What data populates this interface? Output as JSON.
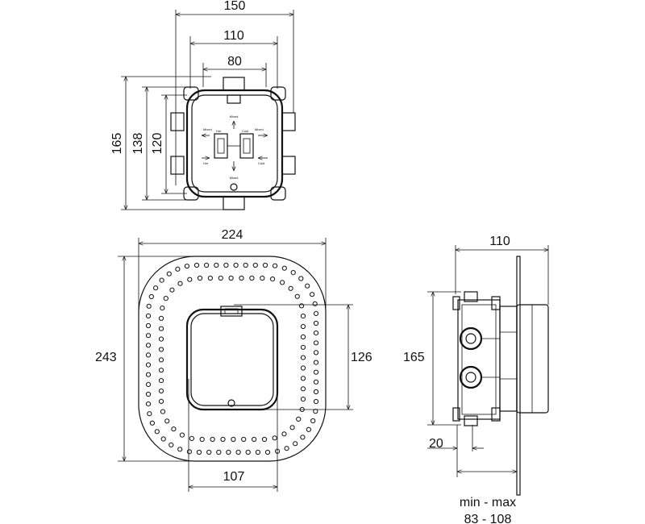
{
  "top_view": {
    "dimensions": {
      "width_outer": "150",
      "width_mid": "110",
      "width_inner": "80",
      "height_outer": "165",
      "height_mid": "138",
      "height_inner": "120"
    },
    "port_labels": {
      "mixed_top": "Mixed",
      "mixed_left": "Mixed",
      "mixed_right": "Mixed",
      "mixed_bottom": "Mixed",
      "hot": "Hot",
      "cold": "Cold",
      "hot_in": "Hot",
      "cold_in": "Cold"
    }
  },
  "front_view": {
    "dimensions": {
      "width": "224",
      "height": "243",
      "inner_height": "126",
      "inner_width": "107"
    }
  },
  "side_view": {
    "dimensions": {
      "width": "110",
      "height": "165",
      "offset": "20",
      "depth_label": "min - max",
      "depth_range": "83 - 108"
    }
  }
}
